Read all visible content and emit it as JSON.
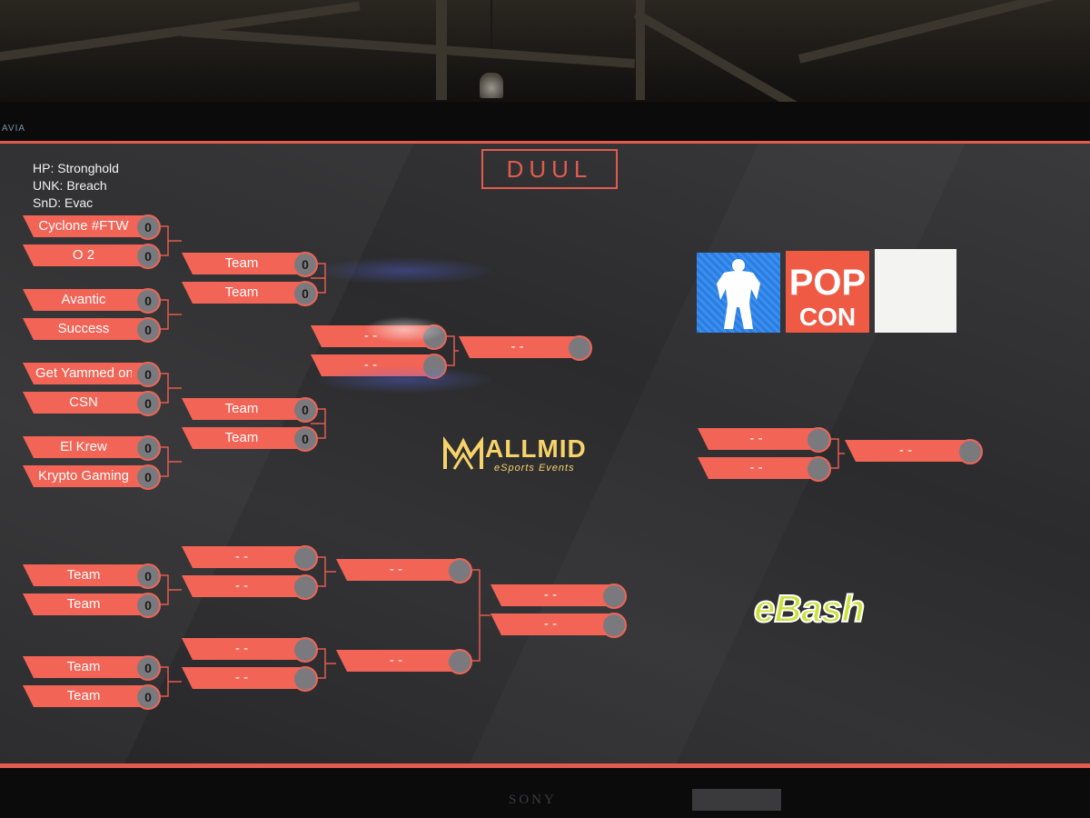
{
  "tv": {
    "brand_left": "AVIA",
    "brand": "SONY"
  },
  "header": {
    "logo": "DUUL",
    "modes": [
      "HP: Stronghold",
      "UNK: Breach",
      "SnD: Evac"
    ]
  },
  "bracket": {
    "round1": [
      {
        "team": "Cyclone #FTW",
        "score": "0"
      },
      {
        "team": "O 2",
        "score": "0"
      },
      {
        "team": "Avantic",
        "score": "0"
      },
      {
        "team": "Success",
        "score": "0"
      },
      {
        "team": "Get Yammed on",
        "score": "0"
      },
      {
        "team": "CSN",
        "score": "0"
      },
      {
        "team": "El Krew",
        "score": "0"
      },
      {
        "team": "Krypto Gaming",
        "score": "0"
      }
    ],
    "round2": [
      {
        "team": "Team",
        "score": "0"
      },
      {
        "team": "Team",
        "score": "0"
      },
      {
        "team": "Team",
        "score": "0"
      },
      {
        "team": "Team",
        "score": "0"
      }
    ],
    "round3": [
      {
        "team": "- -",
        "score": ""
      },
      {
        "team": "- -",
        "score": ""
      }
    ],
    "final_upper": {
      "team": "- -",
      "score": ""
    },
    "grand_final": [
      {
        "team": "- -",
        "score": ""
      },
      {
        "team": "- -",
        "score": ""
      }
    ],
    "champion": {
      "team": "- -",
      "score": ""
    },
    "lower_round1": [
      {
        "team": "Team",
        "score": "0"
      },
      {
        "team": "Team",
        "score": "0"
      },
      {
        "team": "Team",
        "score": "0"
      },
      {
        "team": "Team",
        "score": "0"
      }
    ],
    "lower_round2": [
      {
        "team": "- -",
        "score": ""
      },
      {
        "team": "- -",
        "score": ""
      },
      {
        "team": "- -",
        "score": ""
      },
      {
        "team": "- -",
        "score": ""
      }
    ],
    "lower_round3": [
      {
        "team": "- -",
        "score": ""
      },
      {
        "team": "- -",
        "score": ""
      }
    ],
    "lower_round4": [
      {
        "team": "- -",
        "score": ""
      },
      {
        "team": "- -",
        "score": ""
      }
    ]
  },
  "sponsors": {
    "pop_top": "POP",
    "pop_bottom": "CON",
    "allmid_name": "ALLMID",
    "allmid_sub": "eSports Events",
    "ebash": "eBash"
  },
  "colors": {
    "accent": "#f16456",
    "gold": "#f7d36a",
    "ebash_green": "#c9e23a"
  }
}
